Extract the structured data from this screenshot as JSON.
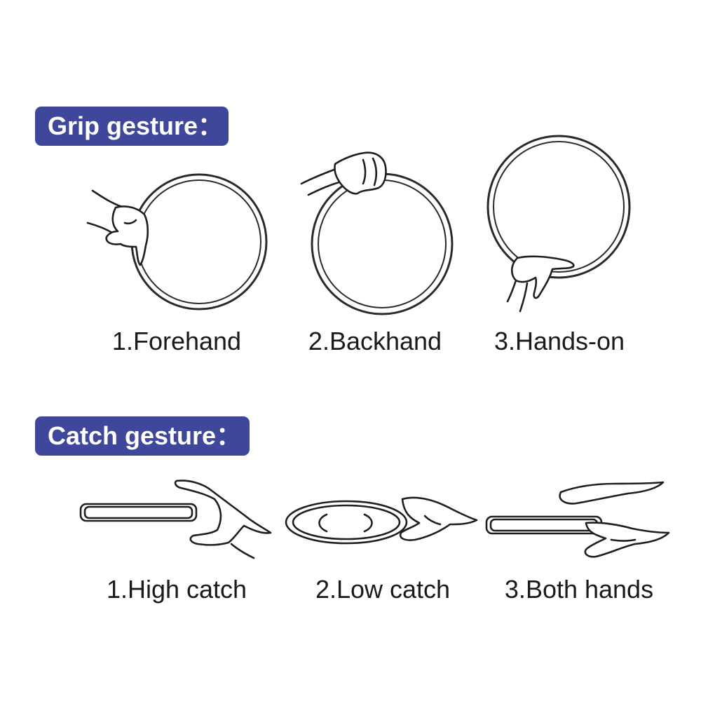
{
  "colors": {
    "badge": "#3f479b",
    "badge_text": "#ffffff",
    "line": "#1f1f1f"
  },
  "grip": {
    "title": "Grip gesture：",
    "items": [
      {
        "label": "1.Forehand"
      },
      {
        "label": "2.Backhand"
      },
      {
        "label": "3.Hands-on"
      }
    ]
  },
  "catch": {
    "title": "Catch gesture：",
    "items": [
      {
        "label": "1.High catch"
      },
      {
        "label": "2.Low catch"
      },
      {
        "label": "3.Both hands"
      }
    ]
  }
}
